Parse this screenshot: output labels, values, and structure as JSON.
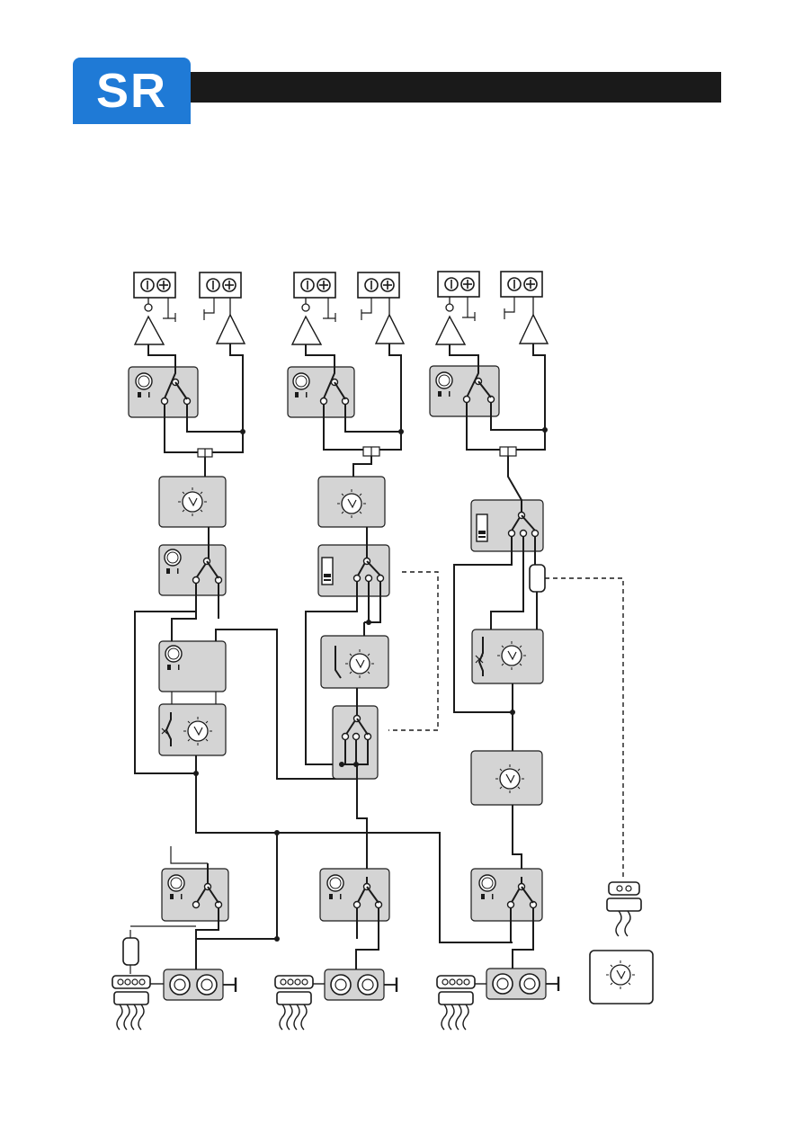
{
  "logo": {
    "text": "SR",
    "color": "#1f7ad6"
  },
  "header": {
    "bar_color": "#1a1a1a"
  },
  "diagram": {
    "channel_a": {
      "outputs": [
        "terminal-block-icon",
        "terminal-block-icon"
      ],
      "blocks": [
        "led-switch-block",
        "rotary-dial-block",
        "led-switch-block",
        "led-block",
        "curve-dial-block",
        "led-switch-block",
        "connector-module"
      ]
    },
    "channel_b": {
      "outputs": [
        "terminal-block-icon",
        "terminal-block-icon"
      ],
      "blocks": [
        "led-switch-block",
        "rotary-dial-block",
        "slider-switch-block",
        "curve-dial-block",
        "three-way-switch-block",
        "led-switch-block",
        "connector-module"
      ]
    },
    "channel_c": {
      "outputs": [
        "terminal-block-icon",
        "terminal-block-icon"
      ],
      "blocks": [
        "led-switch-block",
        "slider-switch-block",
        "curve-dial-block",
        "rotary-dial-block",
        "led-switch-block",
        "connector-module"
      ]
    },
    "remote": {
      "blocks": [
        "remote-plug-icon",
        "remote-dial-box"
      ]
    }
  }
}
